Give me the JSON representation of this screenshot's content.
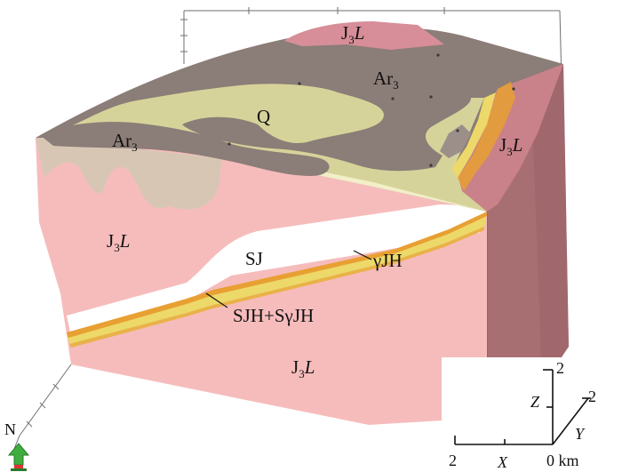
{
  "labels": {
    "top_jl": {
      "main": "J",
      "sub": "3",
      "ital": "L"
    },
    "ar3_top": {
      "main": "Ar",
      "sub": "3"
    },
    "ar3_left": {
      "main": "Ar",
      "sub": "3"
    },
    "q": "Q",
    "right_jl": {
      "main": "J",
      "sub": "3",
      "ital": "L"
    },
    "left_jl": {
      "main": "J",
      "sub": "3",
      "ital": "L"
    },
    "sj": "SJ",
    "gjh": "γJH",
    "sjh": "SJH+SγJH",
    "bottom_jl": {
      "main": "J",
      "sub": "3",
      "ital": "L"
    }
  },
  "compass": {
    "label": "N"
  },
  "axes": {
    "z_label": "Z",
    "y_label": "Y",
    "x_label": "X",
    "z_tick": "2",
    "y_tick": "2",
    "x_tick": "2",
    "origin": "0 km"
  },
  "colors": {
    "granite_pink": "#f6bcbc",
    "side_face": "#a86f73",
    "ar3_gray": "#8b7d77",
    "quaternary": "#d6d39a",
    "sj_white": "#ffffff",
    "vein_yellow": "#ecd96a",
    "vein_orange": "#e8a033",
    "rose": "#c98289"
  }
}
